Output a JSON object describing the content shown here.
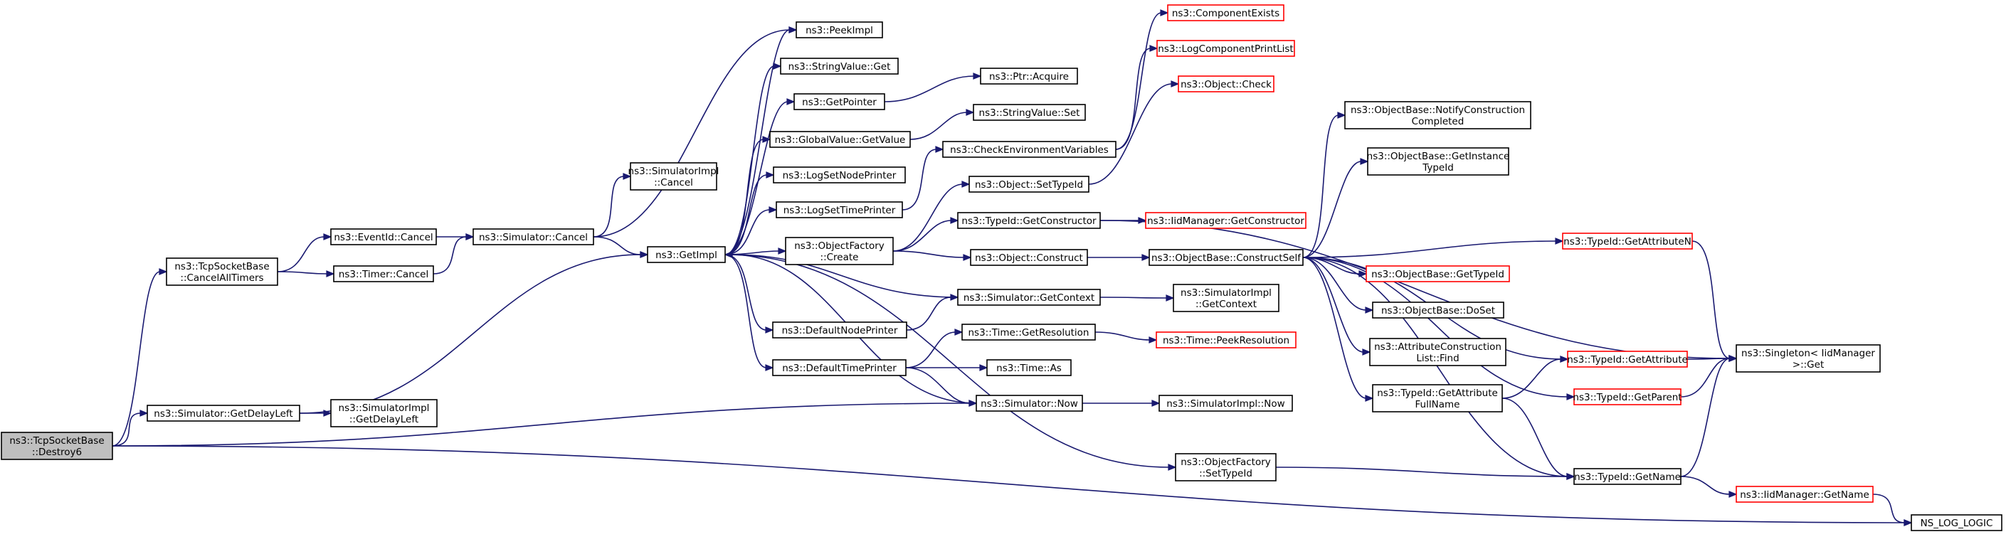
{
  "edge_color": "#191970",
  "node_border_red": "#ff0000",
  "root_fill": "#bfbfbf",
  "nodes": [
    {
      "id": "destroy6",
      "lines": [
        "ns3::TcpSocketBase",
        "::Destroy6"
      ],
      "style": "root"
    },
    {
      "id": "cancelall",
      "lines": [
        "ns3::TcpSocketBase",
        "::CancelAllTimers"
      ],
      "style": "normal"
    },
    {
      "id": "getdelayleft",
      "lines": [
        "ns3::Simulator::GetDelayLeft"
      ],
      "style": "normal"
    },
    {
      "id": "eventcancel",
      "lines": [
        "ns3::EventId::Cancel"
      ],
      "style": "normal"
    },
    {
      "id": "timercancel",
      "lines": [
        "ns3::Timer::Cancel"
      ],
      "style": "normal"
    },
    {
      "id": "simimpl_getdelayleft",
      "lines": [
        "ns3::SimulatorImpl",
        "::GetDelayLeft"
      ],
      "style": "normal"
    },
    {
      "id": "simcancel",
      "lines": [
        "ns3::Simulator::Cancel"
      ],
      "style": "normal"
    },
    {
      "id": "simimpl_cancel",
      "lines": [
        "ns3::SimulatorImpl",
        "::Cancel"
      ],
      "style": "normal"
    },
    {
      "id": "getimpl",
      "lines": [
        "ns3::GetImpl"
      ],
      "style": "normal"
    },
    {
      "id": "peekimpl",
      "lines": [
        "ns3::PeekImpl"
      ],
      "style": "normal"
    },
    {
      "id": "stringvalue_get",
      "lines": [
        "ns3::StringValue::Get"
      ],
      "style": "normal"
    },
    {
      "id": "getpointer",
      "lines": [
        "ns3::GetPointer"
      ],
      "style": "normal"
    },
    {
      "id": "globalvalue_getvalue",
      "lines": [
        "ns3::GlobalValue::GetValue"
      ],
      "style": "normal"
    },
    {
      "id": "logsetnodeprinter",
      "lines": [
        "ns3::LogSetNodePrinter"
      ],
      "style": "normal"
    },
    {
      "id": "logsettimeprinter",
      "lines": [
        "ns3::LogSetTimePrinter"
      ],
      "style": "normal"
    },
    {
      "id": "objectfactory_create",
      "lines": [
        "ns3::ObjectFactory",
        "::Create"
      ],
      "style": "normal"
    },
    {
      "id": "defaultnodeprinter",
      "lines": [
        "ns3::DefaultNodePrinter"
      ],
      "style": "normal"
    },
    {
      "id": "defaulttimeprinter",
      "lines": [
        "ns3::DefaultTimePrinter"
      ],
      "style": "normal"
    },
    {
      "id": "ptr_acquire",
      "lines": [
        "ns3::Ptr::Acquire"
      ],
      "style": "normal"
    },
    {
      "id": "stringvalue_set",
      "lines": [
        "ns3::StringValue::Set"
      ],
      "style": "normal"
    },
    {
      "id": "checkenv",
      "lines": [
        "ns3::CheckEnvironmentVariables"
      ],
      "style": "normal"
    },
    {
      "id": "object_settypeid",
      "lines": [
        "ns3::Object::SetTypeId"
      ],
      "style": "normal"
    },
    {
      "id": "typeid_getconstructor",
      "lines": [
        "ns3::TypeId::GetConstructor"
      ],
      "style": "normal"
    },
    {
      "id": "object_construct",
      "lines": [
        "ns3::Object::Construct"
      ],
      "style": "normal"
    },
    {
      "id": "sim_getcontext",
      "lines": [
        "ns3::Simulator::GetContext"
      ],
      "style": "normal"
    },
    {
      "id": "time_getresolution",
      "lines": [
        "ns3::Time::GetResolution"
      ],
      "style": "normal"
    },
    {
      "id": "time_as",
      "lines": [
        "ns3::Time::As"
      ],
      "style": "normal"
    },
    {
      "id": "sim_now",
      "lines": [
        "ns3::Simulator::Now"
      ],
      "style": "normal"
    },
    {
      "id": "componentexists",
      "lines": [
        "ns3::ComponentExists"
      ],
      "style": "red"
    },
    {
      "id": "logcomponentprintlist",
      "lines": [
        "ns3::LogComponentPrintList"
      ],
      "style": "red"
    },
    {
      "id": "object_check",
      "lines": [
        "ns3::Object::Check"
      ],
      "style": "red"
    },
    {
      "id": "iidmanager_getconstructor",
      "lines": [
        "ns3::IidManager::GetConstructor"
      ],
      "style": "red"
    },
    {
      "id": "objectbase_constructself",
      "lines": [
        "ns3::ObjectBase::ConstructSelf"
      ],
      "style": "normal"
    },
    {
      "id": "simimpl_getcontext",
      "lines": [
        "ns3::SimulatorImpl",
        "::GetContext"
      ],
      "style": "normal"
    },
    {
      "id": "time_peekresolution",
      "lines": [
        "ns3::Time::PeekResolution"
      ],
      "style": "red"
    },
    {
      "id": "simimpl_now",
      "lines": [
        "ns3::SimulatorImpl::Now"
      ],
      "style": "normal"
    },
    {
      "id": "objectfactory_settypeid",
      "lines": [
        "ns3::ObjectFactory",
        "::SetTypeId"
      ],
      "style": "normal"
    },
    {
      "id": "notifyconstruction",
      "lines": [
        "ns3::ObjectBase::NotifyConstruction",
        "Completed"
      ],
      "style": "normal"
    },
    {
      "id": "getinstancetypeid",
      "lines": [
        "ns3::ObjectBase::GetInstance",
        "TypeId"
      ],
      "style": "normal"
    },
    {
      "id": "objectbase_gettypeid",
      "lines": [
        "ns3::ObjectBase::GetTypeId"
      ],
      "style": "red"
    },
    {
      "id": "objectbase_doset",
      "lines": [
        "ns3::ObjectBase::DoSet"
      ],
      "style": "normal"
    },
    {
      "id": "attrconstructionlist_find",
      "lines": [
        "ns3::AttributeConstruction",
        "List::Find"
      ],
      "style": "normal"
    },
    {
      "id": "typeid_getattributefullname",
      "lines": [
        "ns3::TypeId::GetAttribute",
        "FullName"
      ],
      "style": "normal"
    },
    {
      "id": "typeid_getattributen",
      "lines": [
        "ns3::TypeId::GetAttributeN"
      ],
      "style": "red"
    },
    {
      "id": "typeid_getattribute",
      "lines": [
        "ns3::TypeId::GetAttribute"
      ],
      "style": "red"
    },
    {
      "id": "typeid_getparent",
      "lines": [
        "ns3::TypeId::GetParent"
      ],
      "style": "red"
    },
    {
      "id": "typeid_getname",
      "lines": [
        "ns3::TypeId::GetName"
      ],
      "style": "normal"
    },
    {
      "id": "singleton_get",
      "lines": [
        "ns3::Singleton< IidManager",
        ">::Get"
      ],
      "style": "normal"
    },
    {
      "id": "iidmanager_getname",
      "lines": [
        "ns3::IidManager::GetName"
      ],
      "style": "red"
    },
    {
      "id": "ns_log_logic",
      "lines": [
        "NS_LOG_LOGIC"
      ],
      "style": "normal"
    }
  ],
  "edges": [
    [
      "destroy6",
      "cancelall"
    ],
    [
      "destroy6",
      "getdelayleft"
    ],
    [
      "destroy6",
      "sim_now"
    ],
    [
      "destroy6",
      "ns_log_logic"
    ],
    [
      "cancelall",
      "eventcancel"
    ],
    [
      "cancelall",
      "timercancel"
    ],
    [
      "eventcancel",
      "simcancel"
    ],
    [
      "timercancel",
      "simcancel"
    ],
    [
      "simcancel",
      "simimpl_cancel"
    ],
    [
      "simcancel",
      "getimpl"
    ],
    [
      "simcancel",
      "peekimpl"
    ],
    [
      "getdelayleft",
      "simimpl_getdelayleft"
    ],
    [
      "getdelayleft",
      "getimpl"
    ],
    [
      "getimpl",
      "peekimpl"
    ],
    [
      "getimpl",
      "stringvalue_get"
    ],
    [
      "getimpl",
      "getpointer"
    ],
    [
      "getimpl",
      "globalvalue_getvalue"
    ],
    [
      "getimpl",
      "logsetnodeprinter"
    ],
    [
      "getimpl",
      "logsettimeprinter"
    ],
    [
      "getimpl",
      "objectfactory_create"
    ],
    [
      "getimpl",
      "defaultnodeprinter"
    ],
    [
      "getimpl",
      "defaulttimeprinter"
    ],
    [
      "getimpl",
      "objectfactory_settypeid"
    ],
    [
      "getpointer",
      "ptr_acquire"
    ],
    [
      "globalvalue_getvalue",
      "stringvalue_set"
    ],
    [
      "logsettimeprinter",
      "checkenv"
    ],
    [
      "objectfactory_create",
      "object_settypeid"
    ],
    [
      "objectfactory_create",
      "typeid_getconstructor"
    ],
    [
      "objectfactory_create",
      "object_construct"
    ],
    [
      "defaultnodeprinter",
      "sim_getcontext"
    ],
    [
      "sim_getcontext",
      "getimpl"
    ],
    [
      "sim_getcontext",
      "simimpl_getcontext"
    ],
    [
      "defaulttimeprinter",
      "time_getresolution"
    ],
    [
      "defaulttimeprinter",
      "time_as"
    ],
    [
      "defaulttimeprinter",
      "sim_now"
    ],
    [
      "sim_now",
      "getimpl"
    ],
    [
      "sim_now",
      "simimpl_now"
    ],
    [
      "checkenv",
      "componentexists"
    ],
    [
      "checkenv",
      "logcomponentprintlist"
    ],
    [
      "object_settypeid",
      "object_check"
    ],
    [
      "typeid_getconstructor",
      "iidmanager_getconstructor"
    ],
    [
      "typeid_getconstructor",
      "singleton_get"
    ],
    [
      "object_construct",
      "objectbase_constructself"
    ],
    [
      "time_getresolution",
      "time_peekresolution"
    ],
    [
      "objectfactory_settypeid",
      "typeid_getname"
    ],
    [
      "objectbase_constructself",
      "notifyconstruction"
    ],
    [
      "objectbase_constructself",
      "getinstancetypeid"
    ],
    [
      "objectbase_constructself",
      "objectbase_gettypeid"
    ],
    [
      "objectbase_constructself",
      "objectbase_doset"
    ],
    [
      "objectbase_constructself",
      "attrconstructionlist_find"
    ],
    [
      "objectbase_constructself",
      "typeid_getattributefullname"
    ],
    [
      "objectbase_constructself",
      "typeid_getattributen"
    ],
    [
      "objectbase_constructself",
      "typeid_getattribute"
    ],
    [
      "objectbase_constructself",
      "typeid_getparent"
    ],
    [
      "objectbase_constructself",
      "typeid_getname"
    ],
    [
      "typeid_getattributefullname",
      "typeid_getattribute"
    ],
    [
      "typeid_getattributefullname",
      "typeid_getname"
    ],
    [
      "typeid_getattributen",
      "singleton_get"
    ],
    [
      "typeid_getattribute",
      "singleton_get"
    ],
    [
      "typeid_getparent",
      "singleton_get"
    ],
    [
      "typeid_getname",
      "singleton_get"
    ],
    [
      "typeid_getname",
      "iidmanager_getname"
    ],
    [
      "iidmanager_getname",
      "ns_log_logic"
    ]
  ]
}
